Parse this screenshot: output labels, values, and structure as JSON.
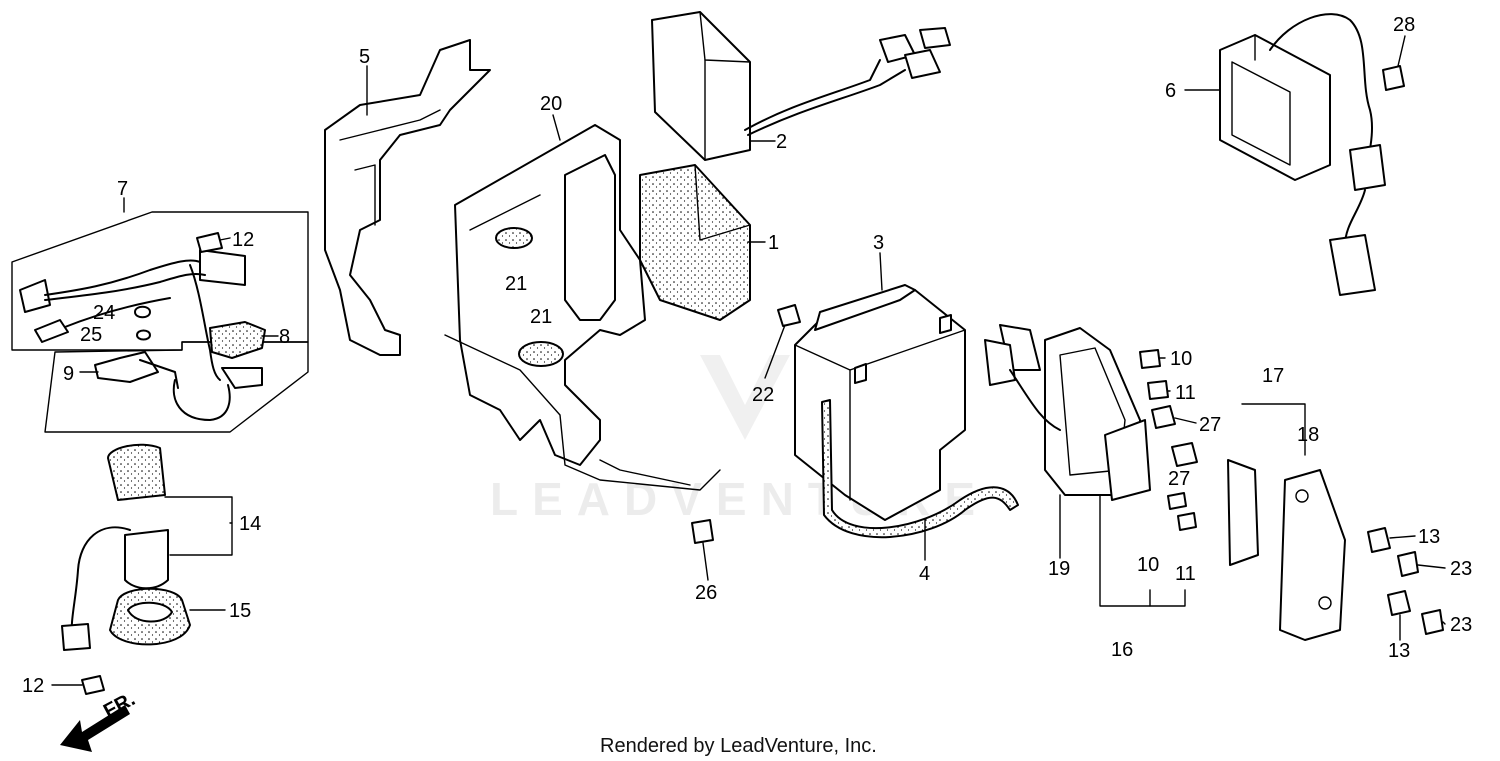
{
  "diagram": {
    "labels": [
      "1",
      "2",
      "3",
      "4",
      "5",
      "6",
      "7",
      "8",
      "9",
      "10",
      "10",
      "11",
      "11",
      "12",
      "12",
      "13",
      "13",
      "14",
      "15",
      "16",
      "17",
      "18",
      "19",
      "20",
      "21",
      "21",
      "22",
      "23",
      "23",
      "24",
      "25",
      "26",
      "27",
      "27",
      "28"
    ],
    "front_marker": "FR.",
    "watermark": "LEADVENTURE",
    "credit": "Rendered by LeadVenture, Inc."
  }
}
